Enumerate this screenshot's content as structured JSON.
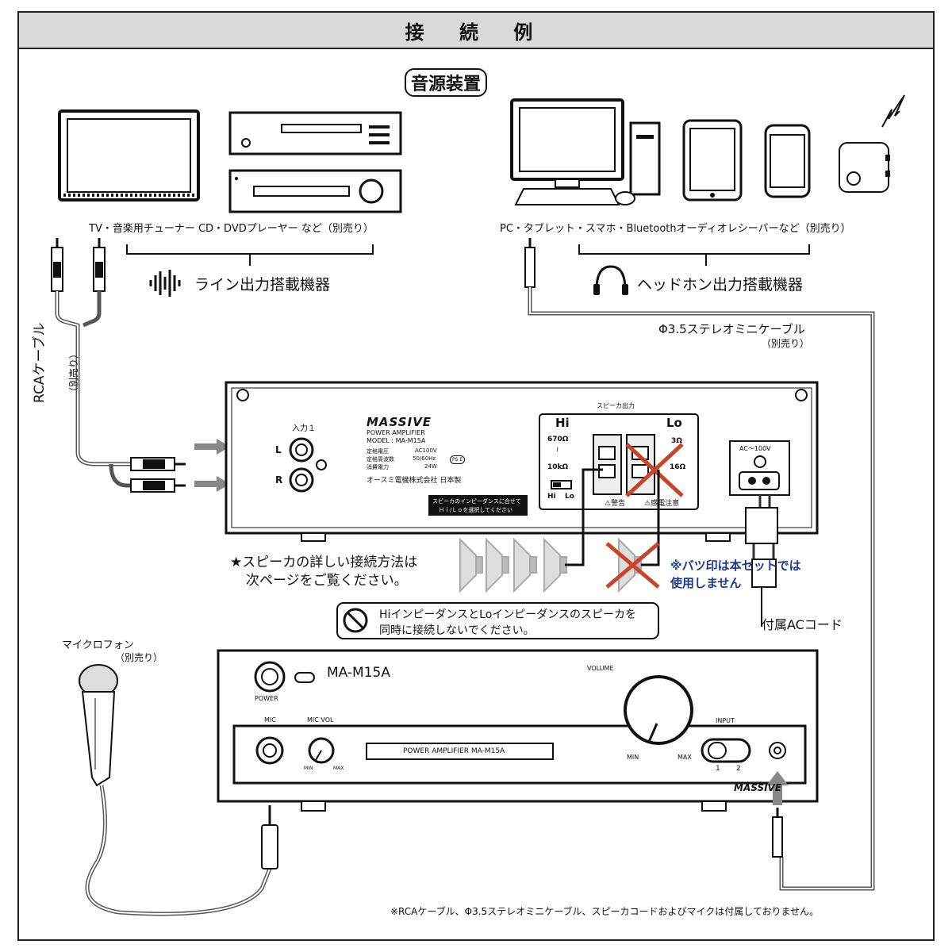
{
  "header": {
    "title": "接 続 例"
  },
  "sources": {
    "title": "音源装置",
    "left_caption": "TV・音楽用チューナー CD・DVDプレーヤー など（別売り）",
    "right_caption": "PC・タブレット・スマホ・Bluetoothオーディオレシーバーなど（別売り）",
    "line_out_label": "ライン出力搭載機器",
    "headphone_label": "ヘッドホン出力搭載機器"
  },
  "cables": {
    "rca_label": "RCAケーブル",
    "rca_note": "（別売り）",
    "mini_label": "Φ3.5ステレオミニケーブル",
    "mini_note": "（別売り）"
  },
  "rear_panel": {
    "input_label": "入力１",
    "left": "L",
    "right": "R",
    "brand": "MASSIVE",
    "product": "POWER AMPLIFIER",
    "model": "MODEL : MA-M15A",
    "spec_voltage_label": "定格電圧",
    "spec_voltage": "AC100V",
    "spec_freq_label": "定格周波数",
    "spec_freq": "50/60Hz",
    "spec_power_label": "消費電力",
    "spec_power": "24W",
    "pse": "PS E",
    "maker": "オースミ電機株式会社 日本製",
    "speaker_out": "スピーカ出力",
    "hi": "Hi",
    "lo": "Lo",
    "hi_range_top": "670Ω",
    "hi_range_tilde": "≀",
    "hi_range_bottom": "10kΩ",
    "lo_top": "3Ω",
    "lo_bottom": "16Ω",
    "switch_hi": "Hi",
    "switch_lo": "Lo",
    "warning": "⚠警告",
    "shock": "⚠感電注意",
    "impedance_note_1": "スピーカのインピーダンスに合せて",
    "impedance_note_2": "Ｈｉ/Ｌｏを選択してください",
    "ac_label": "AC～100V"
  },
  "notes": {
    "speaker_detail_1": "★スピーカの詳しい接続方法は",
    "speaker_detail_2": "次ページをご覧ください。",
    "x_note_1": "※バツ印は本セットでは",
    "x_note_2": "使用しません",
    "warning_1": "HiインピーダンスとLoインピーダンスのスピーカを",
    "warning_2": "同時に接続しないでください。",
    "ac_cord": "付属ACコード",
    "microphone": "マイクロフォン",
    "microphone_note": "（別売り）",
    "footer": "※RCAケーブル、Φ3.5ステレオミニケーブル、スピーカコードおよびマイクは付属しておりません。"
  },
  "front_panel": {
    "power": "POWER",
    "model": "MA-M15A",
    "volume": "VOLUME",
    "min": "MIN",
    "max": "MAX",
    "input": "INPUT",
    "input_1": "1",
    "input_2": "2",
    "mic": "MIC",
    "mic_vol": "MIC VOL",
    "mic_min": "MIN",
    "mic_max": "MAX",
    "display": "POWER AMPLIFIER  MA-M15A",
    "brand": "MASSIVE"
  },
  "colors": {
    "header_bg": "#d9d9d9",
    "cross": "#c8452a",
    "note_blue": "#1d3c8f",
    "line": "#222222"
  }
}
